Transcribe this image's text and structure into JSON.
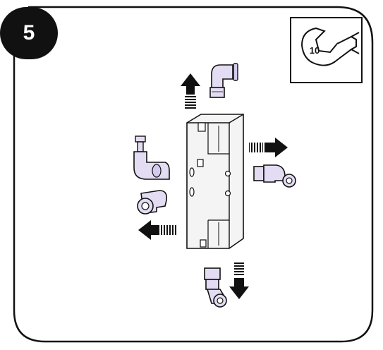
{
  "step": {
    "number": "5"
  },
  "tool": {
    "wrench_size": "10",
    "icon": "wrench-icon"
  },
  "colors": {
    "frame": "#111111",
    "fitting": "#e3dcf2",
    "fitting_shade": "#b9aedb",
    "valve_body": "#f4f4f4",
    "arrow": "#111111"
  },
  "arrows": [
    "up",
    "right",
    "left",
    "down"
  ]
}
